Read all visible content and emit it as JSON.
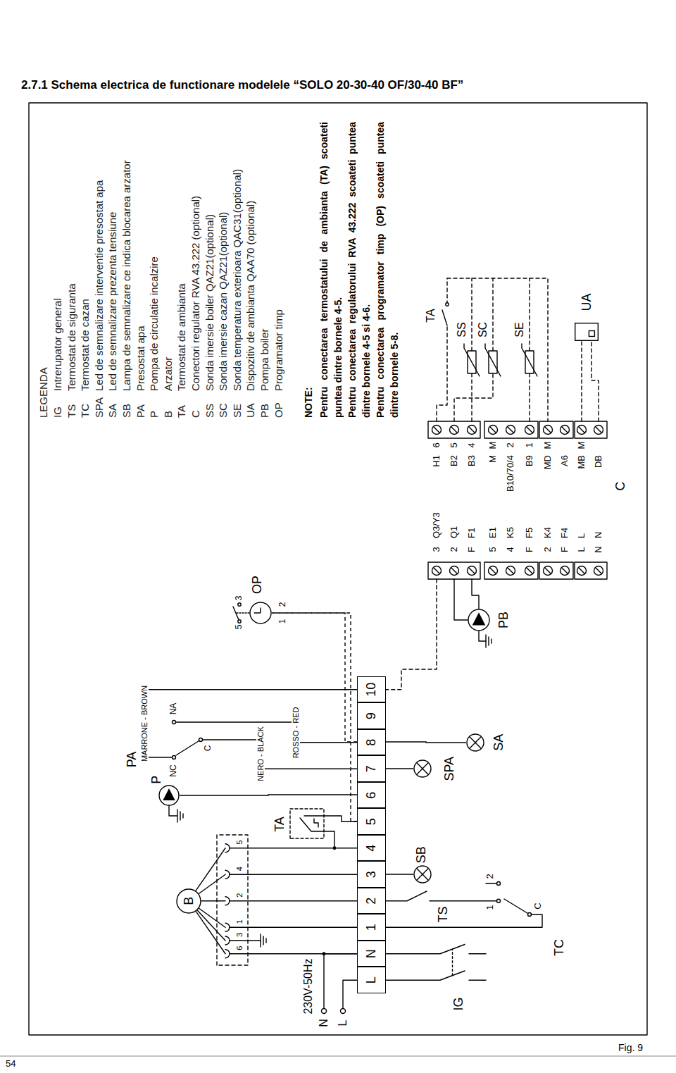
{
  "diagram": {
    "title": "2.7.1 Schema electrica de functionare modelele “SOLO 20-30-40 OF/30-40 BF”",
    "caption": "Fig. 9",
    "nodes": [
      {
        "text": [
          "L"
        ]
      },
      {
        "text": [
          "N"
        ]
      },
      {
        "text": [
          "1"
        ]
      },
      {
        "text": [
          "2"
        ]
      },
      {
        "text": [
          "3"
        ]
      },
      {
        "text": [
          "4"
        ]
      },
      {
        "text": [
          "5"
        ]
      },
      {
        "text": [
          "6"
        ]
      },
      {
        "text": [
          "7"
        ]
      },
      {
        "text": [
          "8"
        ]
      },
      {
        "text": [
          "9"
        ]
      },
      {
        "text": [
          "10"
        ]
      },
      {
        "text": [
          "B"
        ]
      },
      {
        "text": [
          "P"
        ]
      },
      {
        "text": [
          "OP"
        ]
      },
      {
        "text": [
          "SB"
        ]
      },
      {
        "text": [
          "SPA"
        ]
      },
      {
        "text": [
          "SA"
        ]
      },
      {
        "text": [
          "PB"
        ]
      },
      {
        "text": [
          "UA"
        ]
      }
    ],
    "edges": [
      {
        "from": 13,
        "to": 7,
        "arrow": "none"
      },
      {
        "from": 6,
        "to": 14,
        "arrow": "none"
      },
      {
        "from": 9,
        "to": 14,
        "arrow": "none"
      },
      {
        "from": 4,
        "to": 15,
        "arrow": "none"
      },
      {
        "from": 8,
        "to": 16,
        "arrow": "none"
      },
      {
        "from": 9,
        "to": 17,
        "arrow": "none"
      }
    ],
    "labels": [
      "LEGENDA",
      "IG",
      "Intrerupator general",
      "TS",
      "Termostat de siguranta",
      "TC",
      "Termostat de cazan",
      "SPA",
      "Led de semnalizare interventie presostat apa",
      "SA",
      "Led de semnalizare prezenta tensiune",
      "SB",
      "Lampa de semnalizare ce indica blocarea arzator",
      "PA",
      "Presostat apa",
      "P",
      "Pompa de circulatie incalzire",
      "B",
      "Arzator",
      "TA",
      "Termostat de ambianta",
      "C",
      "Conectori regulator RVA 43.222 (optional)",
      "SS",
      "Sonda imersie boiler QAZ21(optional)",
      "SC",
      "Sonda imersie cazan QAZ21(optional)",
      "SE",
      "Sonda temperatura exterioara QAC31(optional)",
      "UA",
      "Dispozitiv de ambianta QAA70 (optional)",
      "PB",
      "Pompa boiler",
      "OP",
      "Programator timp",
      "NOTE:",
      "Pentru conectarea termostatului de ambianta (TA) scoateti puntea dintre bornele 4-5.",
      "Pentru conectarea regulatorului RVA 43.222 scoateti puntea dintre bornele 4-5 si 4-6.",
      "Pentru conectarea programator timp (OP) scoateti puntea dintre bornele 5-8.",
      "230V-50Hz",
      "N",
      "L",
      "IG",
      "TS",
      "TC",
      "1",
      "2",
      "C",
      "TA",
      "6",
      "3",
      "1",
      "2",
      "4",
      "5",
      "PA",
      "NC",
      "NA",
      "C",
      "MARRONE - BROWN",
      "NERO - BLACK",
      "ROSSO - RED",
      "5",
      "3",
      "1",
      "2",
      "Q3/Y3",
      "Q1",
      "F1",
      "E1",
      "K5",
      "F5",
      "K4",
      "F4",
      "L",
      "N",
      "3",
      "2",
      "F",
      "5",
      "4",
      "F",
      "2",
      "F",
      "L",
      "N",
      "H1",
      "B2",
      "B3",
      "M",
      "B10/70/4",
      "B9",
      "MD",
      "A6",
      "MB",
      "DB",
      "6",
      "5",
      "4",
      "M",
      "2",
      "1",
      "M",
      "M",
      "SS",
      "SC",
      "SE",
      "TA",
      "C",
      "54"
    ]
  }
}
